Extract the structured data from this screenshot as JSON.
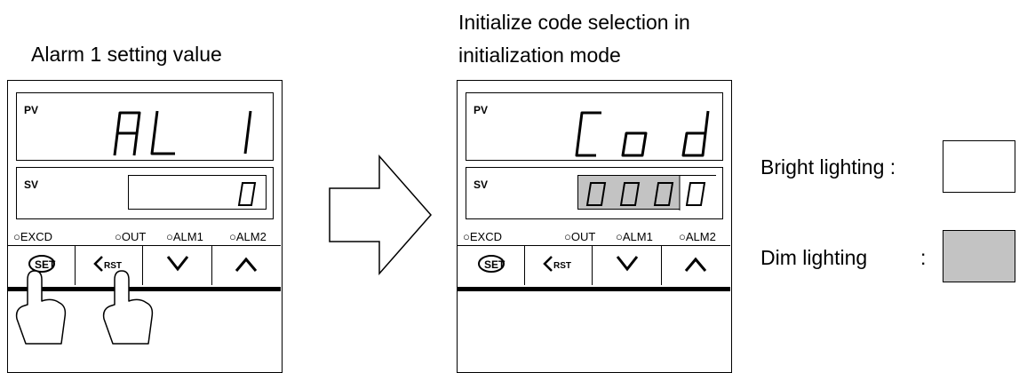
{
  "left_panel": {
    "caption": "Alarm 1 setting value",
    "pv_label": "PV",
    "pv_display": "AL 1",
    "sv_label": "SV",
    "sv_display": "0",
    "sv_display_brightness": "bright",
    "lamps": [
      "EXCD",
      "OUT",
      "ALM1",
      "ALM2"
    ],
    "keys": [
      "set-key",
      "rst-key",
      "down-key",
      "up-key"
    ],
    "pressed_keys": [
      "set-key",
      "rst-key"
    ]
  },
  "right_panel": {
    "caption_line1": "Initialize code selection in",
    "caption_line2": "initialization mode",
    "pv_label": "PV",
    "pv_display": "Cod",
    "sv_label": "SV",
    "sv_display": "0000",
    "sv_display_brightness": "dim",
    "lamps": [
      "EXCD",
      "OUT",
      "ALM1",
      "ALM2"
    ],
    "keys": [
      "set-key",
      "rst-key",
      "down-key",
      "up-key"
    ]
  },
  "legend": {
    "bright_label": "Bright lighting :",
    "dim_label": "Dim lighting",
    "dim_colon": ":",
    "bright_color": "#ffffff",
    "dim_color": "#c3c3c3"
  }
}
